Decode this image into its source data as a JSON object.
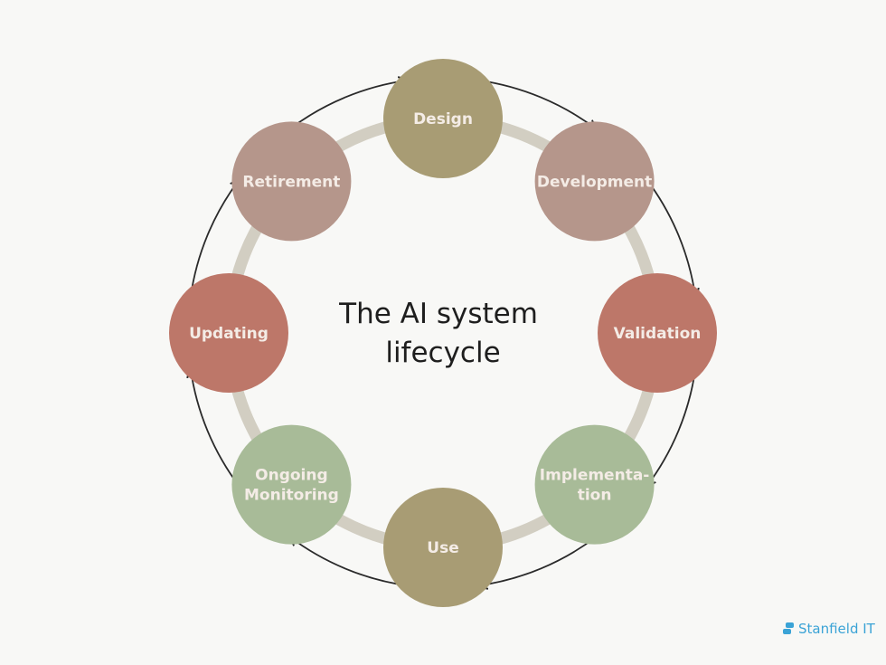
{
  "diagram": {
    "title_lines": [
      "The AI system",
      "lifecycle"
    ],
    "stages": [
      {
        "name": "Design",
        "lines": [
          "Design"
        ],
        "color": "#a89c74"
      },
      {
        "name": "Development",
        "lines": [
          "Development"
        ],
        "color": "#b5968b"
      },
      {
        "name": "Validation",
        "lines": [
          "Validation"
        ],
        "color": "#bd7769"
      },
      {
        "name": "Implementation",
        "lines": [
          "Implementa-",
          "tion"
        ],
        "color": "#a8bb98"
      },
      {
        "name": "Use",
        "lines": [
          "Use"
        ],
        "color": "#a89c74"
      },
      {
        "name": "Ongoing Monitoring",
        "lines": [
          "Ongoing",
          "Monitoring"
        ],
        "color": "#a8bb98"
      },
      {
        "name": "Updating",
        "lines": [
          "Updating"
        ],
        "color": "#bd7769"
      },
      {
        "name": "Retirement",
        "lines": [
          "Retirement"
        ],
        "color": "#b5968b"
      }
    ],
    "ring_color": "#d2cec2",
    "arrow_color": "#2a2a2a",
    "label_color": "#f4ece6"
  },
  "logo": {
    "text": "Stanfield IT",
    "color": "#3ba3d6"
  }
}
